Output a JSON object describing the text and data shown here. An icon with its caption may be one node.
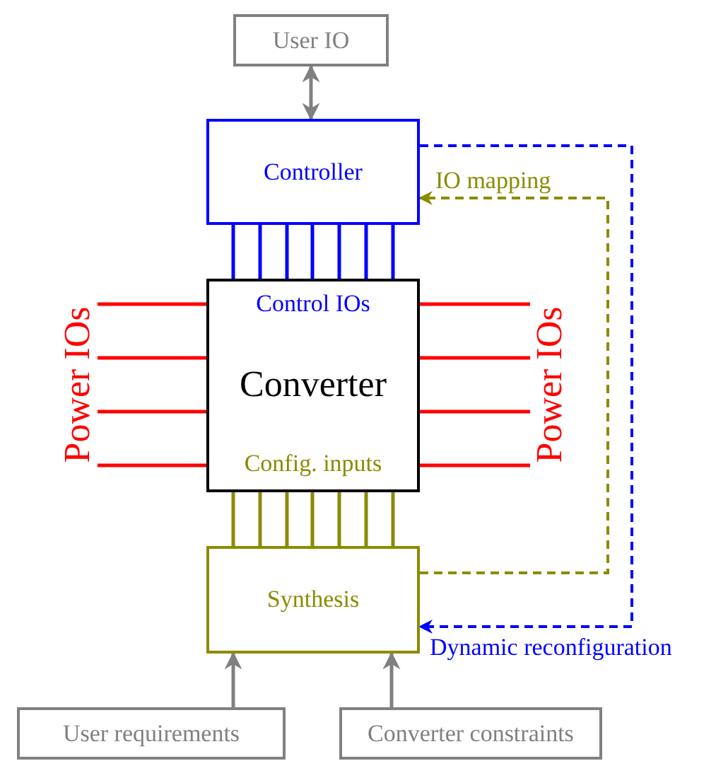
{
  "diagram": {
    "nodes": [
      {
        "text": [
          "User IO"
        ]
      },
      {
        "text": [
          "Controller"
        ]
      },
      {
        "text": [
          "Control IOs",
          "Converter",
          "Config. inputs"
        ]
      },
      {
        "text": [
          "Synthesis"
        ]
      },
      {
        "text": [
          "User requirements"
        ]
      },
      {
        "text": [
          "Converter constraints"
        ]
      },
      {
        "text": [
          "Power IOs"
        ]
      },
      {
        "text": [
          "Power IOs"
        ]
      }
    ],
    "edges": [
      {
        "from": 0,
        "to": 1,
        "arrow": "both",
        "color": "#808080"
      },
      {
        "from": 1,
        "to": 3,
        "arrow": "to",
        "style": "dashed",
        "color": "#0000ff",
        "label": "Dynamic reconfiguration"
      },
      {
        "from": 3,
        "to": 1,
        "arrow": "to",
        "style": "dashed",
        "color": "#8b8b00",
        "label": "IO mapping"
      },
      {
        "from": 1,
        "to": 2,
        "arrow": "none",
        "color": "#0000ff"
      },
      {
        "from": 1,
        "to": 2,
        "arrow": "none",
        "color": "#0000ff"
      },
      {
        "from": 1,
        "to": 2,
        "arrow": "none",
        "color": "#0000ff"
      },
      {
        "from": 1,
        "to": 2,
        "arrow": "none",
        "color": "#0000ff"
      },
      {
        "from": 1,
        "to": 2,
        "arrow": "none",
        "color": "#0000ff"
      },
      {
        "from": 1,
        "to": 2,
        "arrow": "none",
        "color": "#0000ff"
      },
      {
        "from": 1,
        "to": 2,
        "arrow": "none",
        "color": "#0000ff"
      },
      {
        "from": 2,
        "to": 3,
        "arrow": "none",
        "color": "#8b8b00"
      },
      {
        "from": 2,
        "to": 3,
        "arrow": "none",
        "color": "#8b8b00"
      },
      {
        "from": 2,
        "to": 3,
        "arrow": "none",
        "color": "#8b8b00"
      },
      {
        "from": 2,
        "to": 3,
        "arrow": "none",
        "color": "#8b8b00"
      },
      {
        "from": 2,
        "to": 3,
        "arrow": "none",
        "color": "#8b8b00"
      },
      {
        "from": 2,
        "to": 3,
        "arrow": "none",
        "color": "#8b8b00"
      },
      {
        "from": 2,
        "to": 3,
        "arrow": "none",
        "color": "#8b8b00"
      },
      {
        "from": 6,
        "to": 2,
        "arrow": "none",
        "color": "#ff0000"
      },
      {
        "from": 6,
        "to": 2,
        "arrow": "none",
        "color": "#ff0000"
      },
      {
        "from": 6,
        "to": 2,
        "arrow": "none",
        "color": "#ff0000"
      },
      {
        "from": 6,
        "to": 2,
        "arrow": "none",
        "color": "#ff0000"
      },
      {
        "from": 2,
        "to": 7,
        "arrow": "none",
        "color": "#ff0000"
      },
      {
        "from": 2,
        "to": 7,
        "arrow": "none",
        "color": "#ff0000"
      },
      {
        "from": 2,
        "to": 7,
        "arrow": "none",
        "color": "#ff0000"
      },
      {
        "from": 2,
        "to": 7,
        "arrow": "none",
        "color": "#ff0000"
      },
      {
        "from": 4,
        "to": 3,
        "arrow": "to",
        "color": "#808080"
      },
      {
        "from": 5,
        "to": 3,
        "arrow": "to",
        "color": "#808080"
      }
    ]
  }
}
